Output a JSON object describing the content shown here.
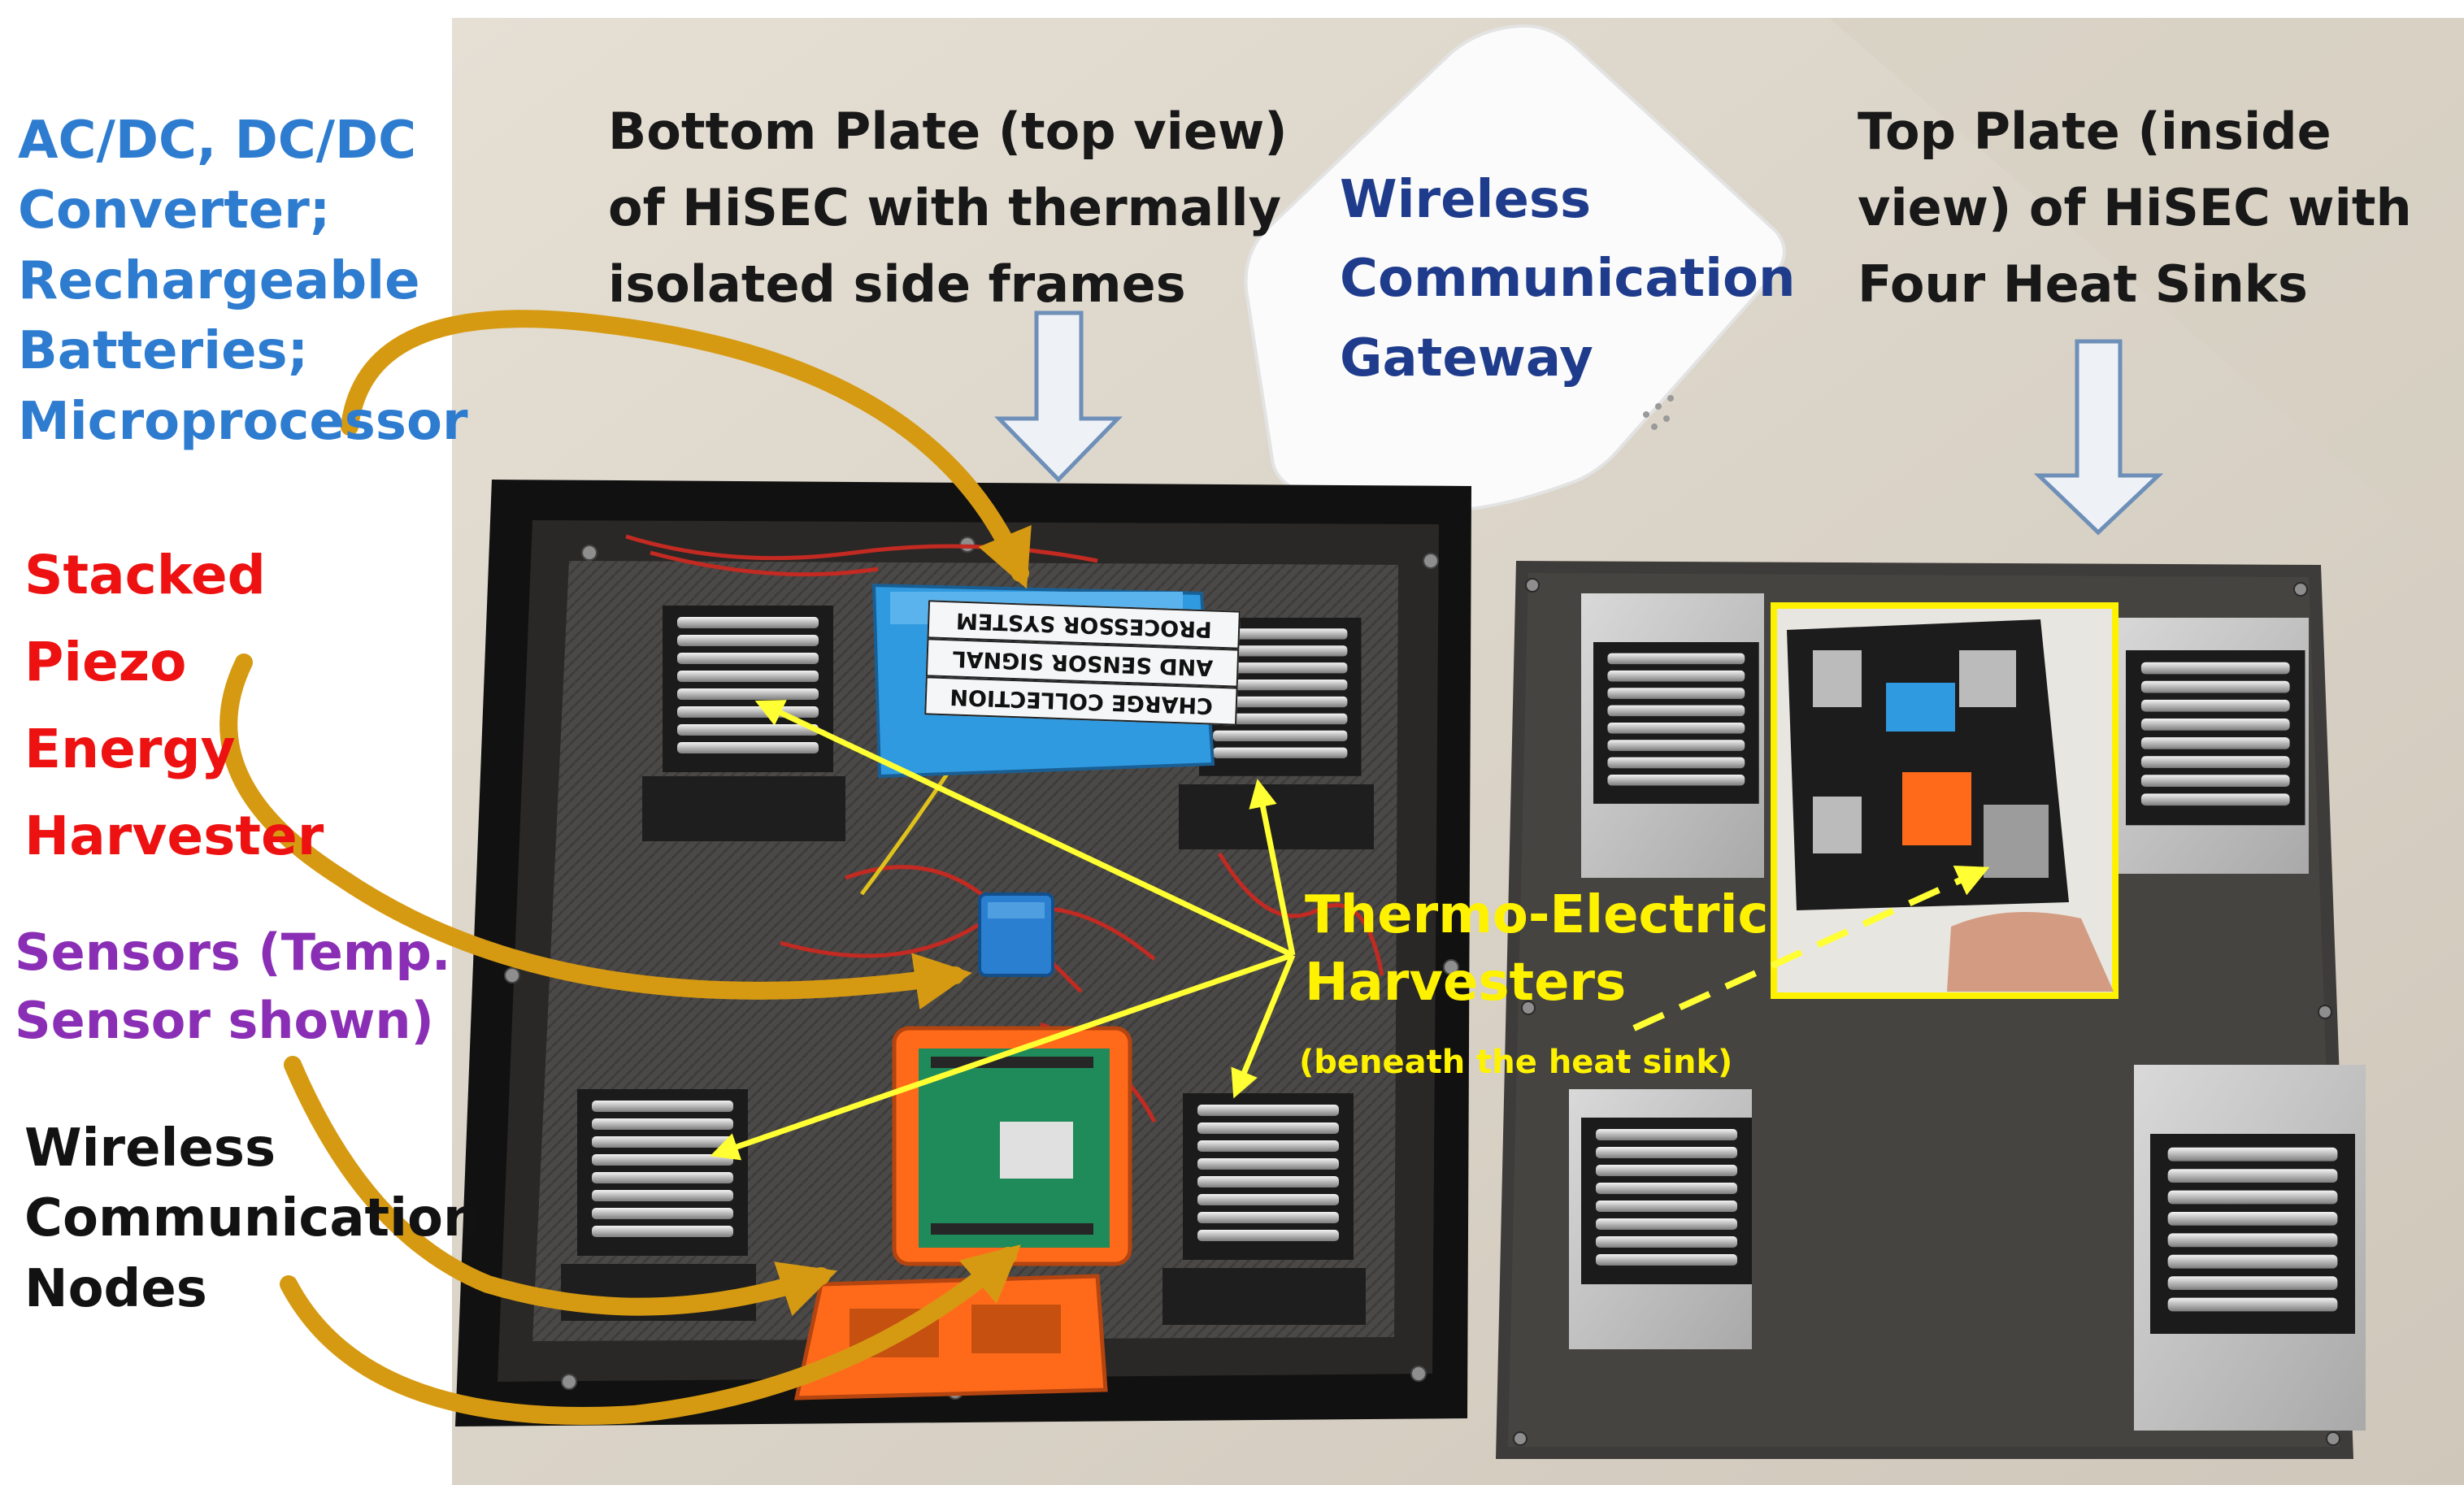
{
  "labels": {
    "converter": [
      "AC/DC, DC/DC",
      "Converter;",
      "Rechargeable",
      "Batteries;",
      "Microprocessor"
    ],
    "piezo": [
      "Stacked",
      "Piezo",
      "Energy",
      "Harvester"
    ],
    "sensors": [
      "Sensors (Temp.",
      "Sensor shown)"
    ],
    "nodes": [
      "Wireless",
      "Communication",
      "Nodes"
    ],
    "bottom_plate": [
      "Bottom Plate (top view)",
      "of HiSEC with thermally",
      "isolated side frames"
    ],
    "gateway": [
      "Wireless",
      "Communication",
      "Gateway"
    ],
    "top_plate": [
      "Top Plate (inside",
      "view) of HiSEC with",
      "Four Heat Sinks"
    ],
    "thermo": [
      "Thermo-Electric",
      "Harvesters"
    ],
    "thermo_note": "(beneath the heat sink)"
  },
  "box_labels": [
    "PROCESSOR SYSTEM",
    "AND SENSOR SIGNAL",
    "CHARGE COLLECTION"
  ],
  "colors": {
    "converter_text": "#2e7cd0",
    "piezo_text": "#ee1111",
    "sensors_text": "#8a2fb5",
    "nodes_text": "#121212",
    "gateway_text": "#1f3c8c",
    "thermo_text": "#fff200",
    "curved_arrow": "#d69a12",
    "straight_arrow": "#ffff33",
    "tabletop": "#ddd6ca",
    "frame": "#141414",
    "top_plate": "#3e3c3a",
    "processor_box": "#2f9ae0",
    "orange_case": "#ff6a1a"
  },
  "icons": [
    "down-arrow-icon",
    "heat-sink-icon",
    "curved-arrow-icon",
    "pointer-arrow-icon"
  ]
}
